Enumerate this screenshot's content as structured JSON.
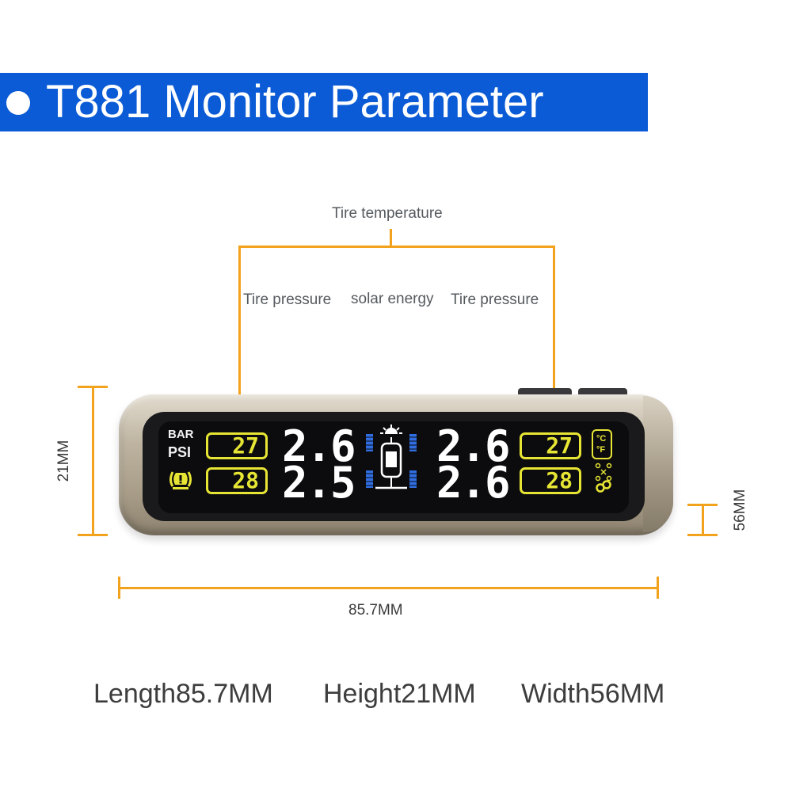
{
  "header": {
    "title": "T881 Monitor Parameter"
  },
  "callouts": {
    "tire_temperature": "Tire temperature",
    "tire_pressure_left": "Tire pressure",
    "solar_energy": "solar energy",
    "tire_pressure_right": "Tire pressure"
  },
  "dimensions": {
    "height_label": "21MM",
    "width_label": "56MM",
    "length_label": "85.7MM"
  },
  "display": {
    "units": [
      "BAR",
      "PSI"
    ],
    "temperature_unit": "°C °F",
    "temps": {
      "front_left": "27",
      "rear_left": "28",
      "front_right": "27",
      "rear_right": "28"
    },
    "pressures": {
      "front_left": "2.6",
      "rear_left": "2.5",
      "front_right": "2.6",
      "rear_right": "2.6"
    }
  },
  "specs": {
    "length": "Length85.7MM",
    "height": "Height21MM",
    "width": "Width56MM"
  },
  "colors": {
    "banner": "#0b5bd6",
    "accent_orange": "#f2a21c",
    "lcd_yellow": "#e7e534",
    "lcd_blue": "#2f6de0"
  }
}
